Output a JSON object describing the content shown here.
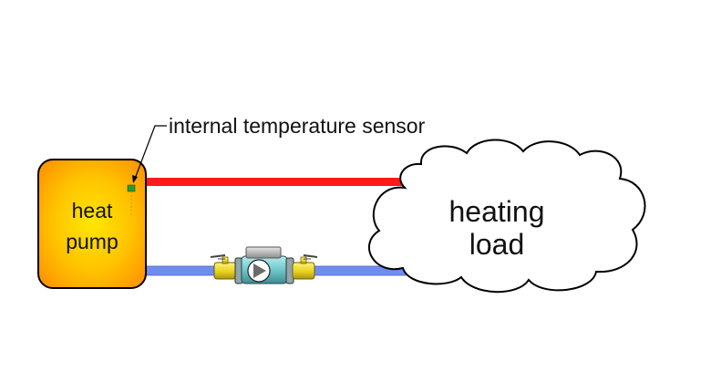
{
  "diagram": {
    "heat_pump": {
      "line1": "heat",
      "line2": "pump"
    },
    "sensor_label": "internal temperature sensor",
    "load": {
      "line1": "heating",
      "line2": "load"
    },
    "colors": {
      "supply_pipe": "#ff1a1a",
      "return_pipe": "#6f8cf0",
      "heat_pump_center": "#ffe000",
      "heat_pump_edge": "#ff9a00",
      "sensor": "#2e9a2e",
      "valve_brass": "#e8d21e",
      "pump_body": "#6fc8cc"
    },
    "icons": [
      "heat-pump-box",
      "temperature-sensor-icon",
      "circulator-pump-icon",
      "isolation-valve-icon",
      "heating-load-cloud"
    ]
  }
}
